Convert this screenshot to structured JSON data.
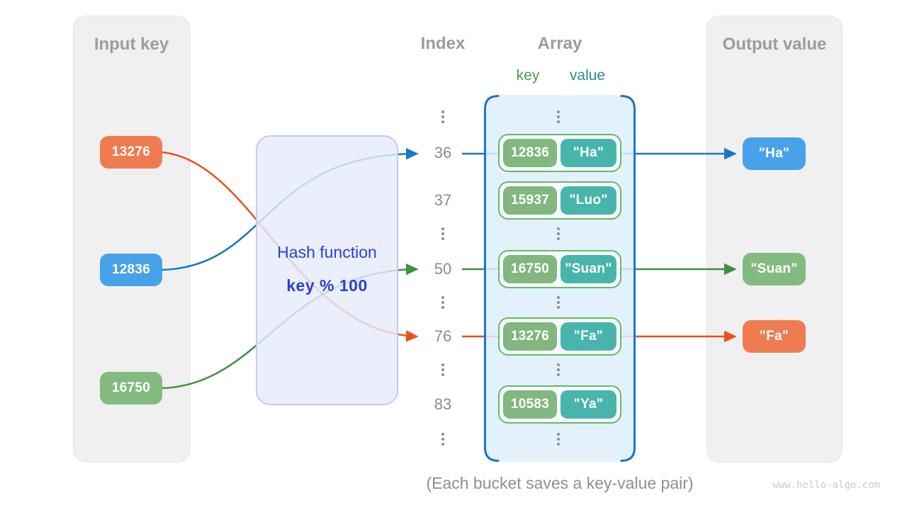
{
  "panels": {
    "input": {
      "title": "Input key",
      "keys": [
        {
          "label": "13276",
          "color": "#EE7C50"
        },
        {
          "label": "12836",
          "color": "#47A2E9"
        },
        {
          "label": "16750",
          "color": "#84BA80"
        }
      ]
    },
    "output": {
      "title": "Output value",
      "values": [
        {
          "label": "\"Ha\"",
          "color": "#47A2E9"
        },
        {
          "label": "\"Suan\"",
          "color": "#84BA80"
        },
        {
          "label": "\"Fa\"",
          "color": "#EE7C50"
        }
      ]
    }
  },
  "hash_box": {
    "title": "Hash function",
    "formula": "key % 100"
  },
  "columns": {
    "index_header": "Index",
    "array_header": "Array",
    "key_label": "key",
    "value_label": "value"
  },
  "index_values": [
    "36",
    "37",
    "50",
    "76",
    "83"
  ],
  "buckets": [
    {
      "index": "36",
      "key": "12836",
      "value": "\"Ha\""
    },
    {
      "index": "37",
      "key": "15937",
      "value": "\"Luo\""
    },
    {
      "index": "50",
      "key": "16750",
      "value": "\"Suan\""
    },
    {
      "index": "76",
      "key": "13276",
      "value": "\"Fa\""
    },
    {
      "index": "83",
      "key": "10583",
      "value": "\"Ya\""
    }
  ],
  "caption": "(Each bucket saves a key-value pair)",
  "watermark": "www.hello-algo.com",
  "colors": {
    "input_key_orange": "#EE7C50",
    "input_key_blue": "#47A2E9",
    "input_key_green": "#84BA80",
    "bucket_key_green": "#82B77F",
    "bucket_value_teal": "#48B5AC",
    "bucket_border_green": "#63BB66",
    "line_blue": "#1778C8",
    "line_green": "#3F9142",
    "line_orange": "#E8511C",
    "array_border_blue": "#1878C8",
    "hash_text_blue": "#2C3FD6",
    "panel_gray": "#F0F0F0",
    "heading_gray": "#9C9C9C"
  }
}
